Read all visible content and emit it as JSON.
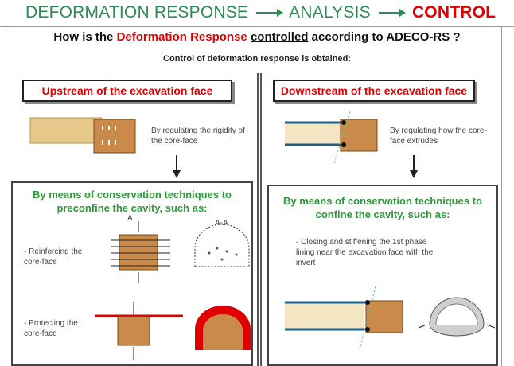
{
  "header": {
    "step1": "DEFORMATION RESPONSE",
    "step2": "ANALYSIS",
    "step3": "CONTROL"
  },
  "question": {
    "part1": "How is the ",
    "highlight": "Deformation  Response",
    "part2": " ",
    "underlined": "controlled",
    "part3": "  according to ADECO-RS ?"
  },
  "subtitle": "Control of deformation response is obtained:",
  "left": {
    "heading": "Upstream of the excavation face",
    "caption": "By regulating the rigidity of the core-face",
    "technique_title": "By means of conservation techniques to preconfine the cavity, such as:",
    "item1": "- Reinforcing the core-face",
    "item2": "- Protecting the core-face",
    "section_label_a": "A",
    "section_label_aa": "A-A"
  },
  "right": {
    "heading": "Downstream of the excavation face",
    "caption": "By regulating how the core-face extrudes",
    "technique_title": "By means of conservation techniques to confine the cavity, such as:",
    "item1": "- Closing and stiffening the 1st phase lining near the excavation face with the invert"
  },
  "colors": {
    "green": "#2e8b57",
    "red": "#e00000",
    "core": "#c98a4a",
    "tunnel": "#e6c98a",
    "lining": "#1f5f8a"
  }
}
